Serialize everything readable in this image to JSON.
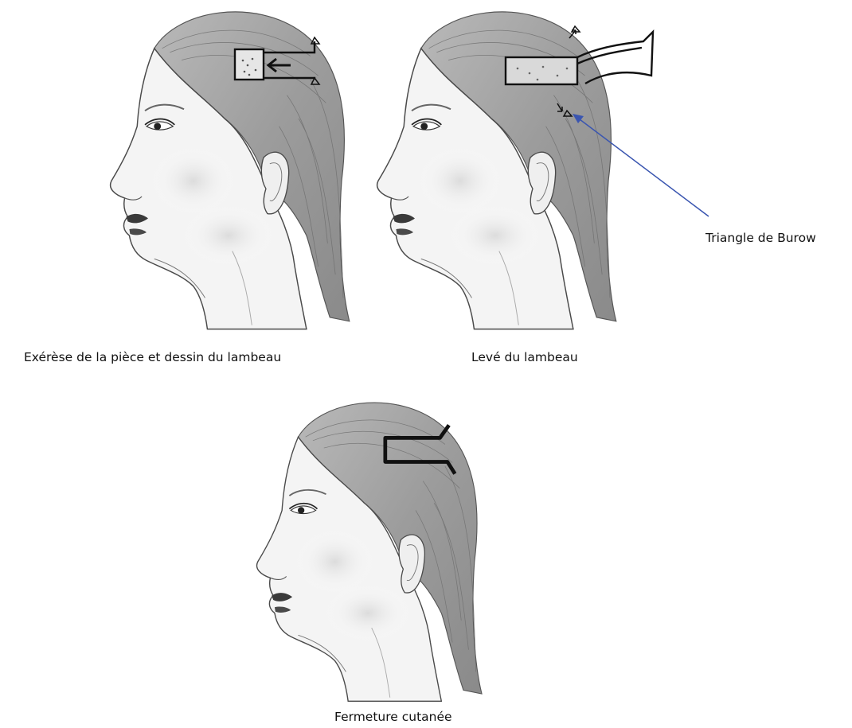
{
  "figure": {
    "panels": [
      {
        "caption": "Exérèse de la pièce et dessin du lambeau"
      },
      {
        "caption": "Levé du lambeau"
      },
      {
        "caption": "Fermeture cutanée"
      }
    ],
    "annotation": {
      "label": "Triangle de Burow",
      "arrow_color": "#3a55b0"
    }
  }
}
